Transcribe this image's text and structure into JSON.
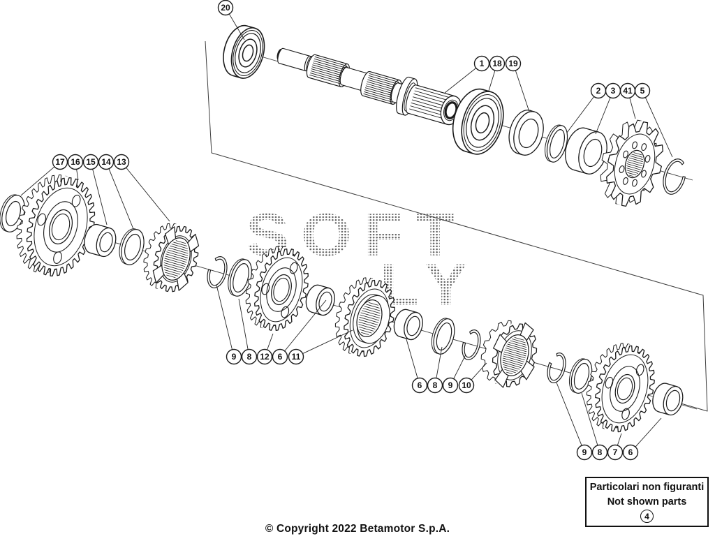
{
  "watermark": {
    "line1": "SOFT",
    "line2": "LY"
  },
  "callout_groups": [
    {
      "name": "input-shaft-bearing",
      "labels": [
        "20"
      ]
    },
    {
      "name": "input-shaft-group",
      "labels": [
        "1",
        "18",
        "19"
      ]
    },
    {
      "name": "sprocket-group",
      "labels": [
        "2",
        "3",
        "41",
        "5"
      ]
    },
    {
      "name": "first-gear-cluster",
      "labels": [
        "17",
        "16",
        "15",
        "14",
        "13"
      ]
    },
    {
      "name": "second-gear-cluster",
      "labels": [
        "9",
        "8",
        "12",
        "6",
        "11"
      ]
    },
    {
      "name": "sliding-hub-cluster",
      "labels": [
        "6",
        "8",
        "9",
        "10"
      ]
    },
    {
      "name": "third-gear-cluster",
      "labels": [
        "9",
        "8",
        "7",
        "6"
      ]
    }
  ],
  "note_box": {
    "line1": "Particolari non figuranti",
    "line2": "Not shown parts",
    "balloon_label": "4"
  },
  "footer": {
    "copyright": "© Copyright 2022 Betamotor S.p.A."
  },
  "colors": {
    "line": "#1a1a1a",
    "thin_line": "#3c3c3c",
    "watermark_dot": "#3a3a3a",
    "background": "#ffffff"
  }
}
